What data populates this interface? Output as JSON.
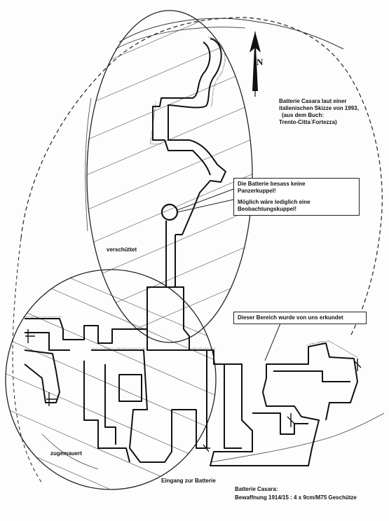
{
  "north_arrow": {
    "letter": "N"
  },
  "title_note": {
    "line1": "Batterie Casara laut einer",
    "line2": "italienischen Skizze von 1993,",
    "line3": "(aus dem Buch:",
    "line4": "Trento-Citta`Fortezza)"
  },
  "callout_dome": {
    "line1": "Die Batterie besass keine",
    "line2": "Panzerkuppel!",
    "line3": "Möglich wäre lediglich eine",
    "line4": "Beobachtungskuppel!"
  },
  "callout_explored": {
    "text": "Dieser Bereich wurde von uns erkundet"
  },
  "labels": {
    "buried": "verschüttet",
    "walled_up": "zugemauert",
    "entrance": "Eingang zur Batterie"
  },
  "caption": {
    "line1": "Batterie Casara:",
    "line2": "Bewaffnung 1914/15 : 4 x 9cm/M75 Geschütze"
  },
  "colors": {
    "ink": "#1a1a1a",
    "paper": "#fdfdfd",
    "hatch": "#555555"
  }
}
